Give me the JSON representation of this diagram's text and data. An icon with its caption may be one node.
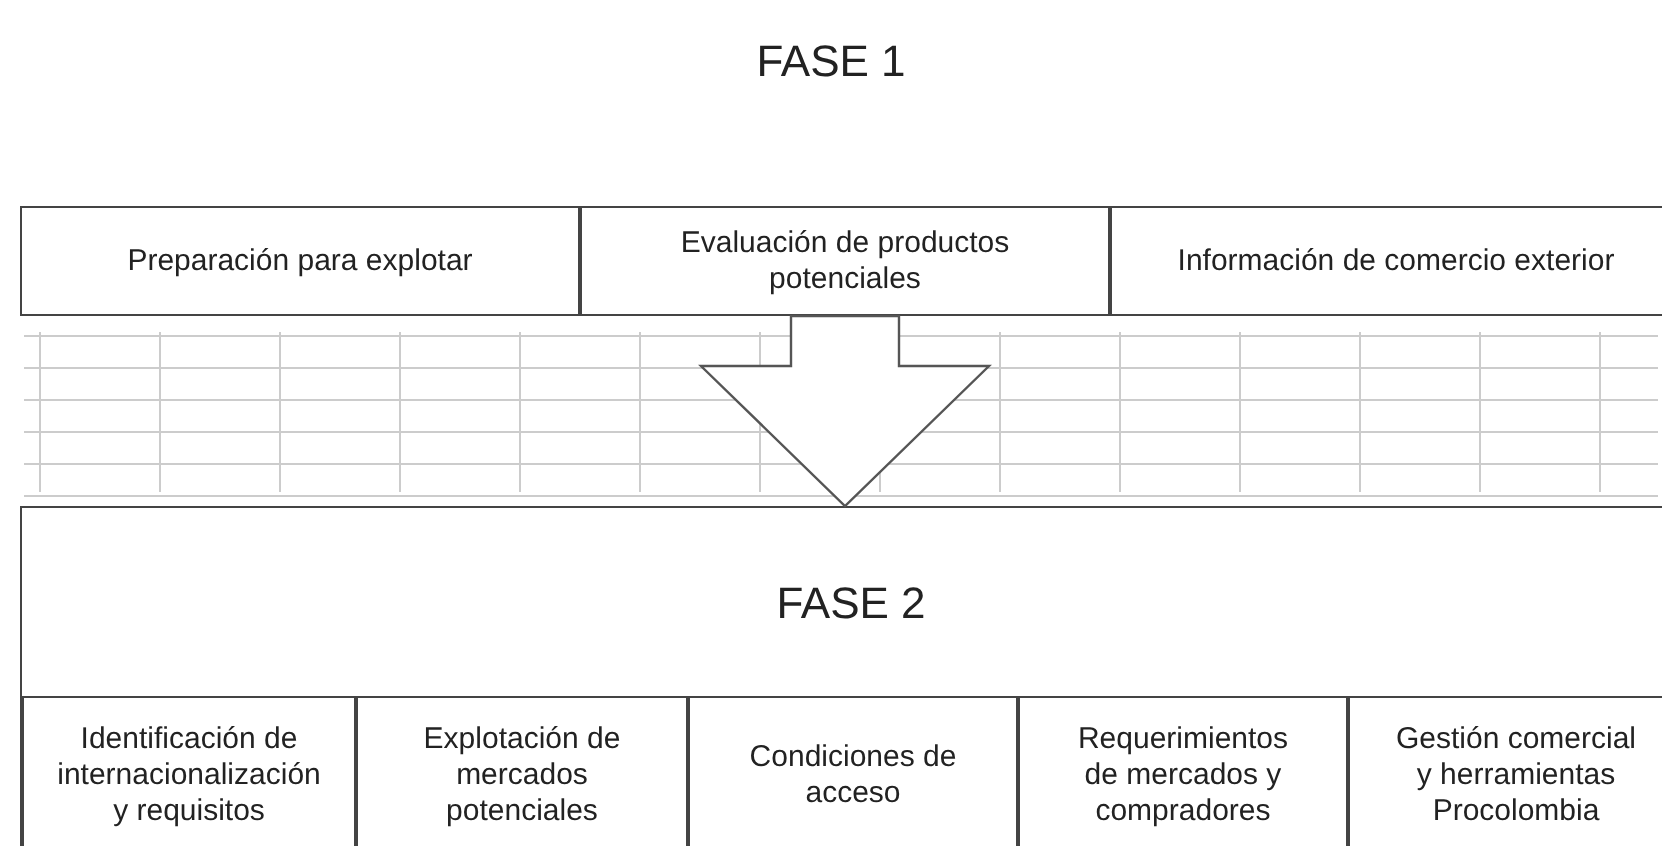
{
  "diagram": {
    "title": "FASE 1",
    "nodes": [
      {
        "text": [
          "Preparación para explotar"
        ]
      },
      {
        "text": [
          "Evaluación de productos potenciales"
        ]
      },
      {
        "text": [
          "Información de comercio exterior"
        ]
      },
      {
        "text": [
          "FASE 2"
        ]
      },
      {
        "text": [
          "Identificación de internacionalización y requisitos"
        ],
        "in": 3
      },
      {
        "text": [
          "Explotación de mercados potenciales"
        ],
        "in": 3
      },
      {
        "text": [
          "Condiciones de acceso"
        ],
        "in": 3
      },
      {
        "text": [
          "Requerimientos de mercados y compradores"
        ],
        "in": 3
      },
      {
        "text": [
          "Gestión comercial y herramientas Procolombia"
        ],
        "in": 3
      }
    ],
    "edges": [
      {
        "from": 1,
        "to": 3,
        "arrow": "to",
        "style": "thick"
      }
    ]
  }
}
